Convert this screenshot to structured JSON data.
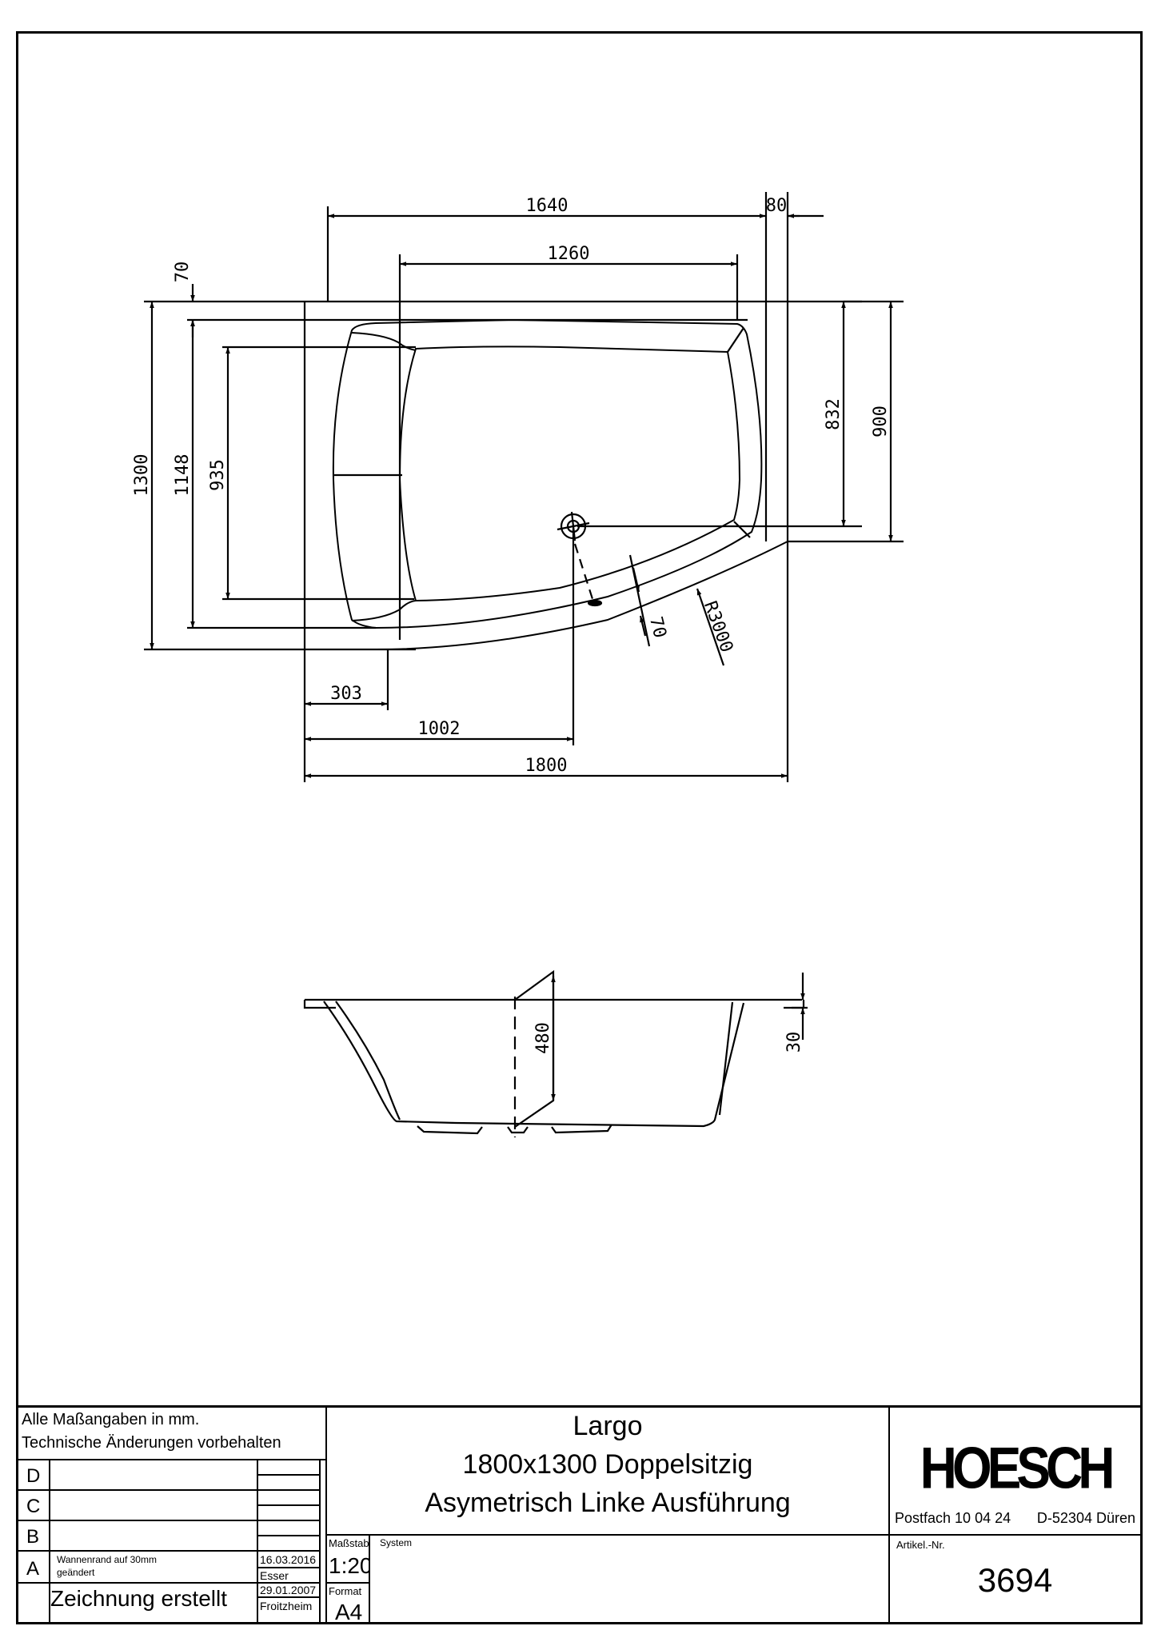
{
  "drawing": {
    "plan_view": {
      "dimensions": {
        "overall_length": "1800",
        "top_length": "1640",
        "top_offset_right": "80",
        "inner_length": "1260",
        "drain_from_left": "1002",
        "front_straight": "303",
        "overall_width": "1300",
        "width_1148": "1148",
        "inner_width": "935",
        "rim_top": "70",
        "right_inner": "832",
        "right_outer": "900",
        "rim_front": "70",
        "radius": "R3000"
      }
    },
    "section_view": {
      "dimensions": {
        "depth": "480",
        "rim_height": "30"
      }
    }
  },
  "title_block": {
    "notes": {
      "line1": "Alle Maßangaben in mm.",
      "line2": "Technische Änderungen vorbehalten"
    },
    "revisions": [
      {
        "letter": "D",
        "description": "",
        "date": "",
        "name": ""
      },
      {
        "letter": "C",
        "description": "",
        "date": "",
        "name": ""
      },
      {
        "letter": "B",
        "description": "",
        "date": "",
        "name": ""
      },
      {
        "letter": "A",
        "description_line1": "Wannenrand auf 30mm",
        "description_line2": "geändert",
        "date": "16.03.2016",
        "name": "Esser"
      }
    ],
    "created": {
      "label": "Zeichnung erstellt",
      "date": "29.01.2007",
      "name": "Froitzheim"
    },
    "product": {
      "name": "Largo",
      "size_line": "1800x1300 Doppelsitzig",
      "variant_line": "Asymetrisch Linke Ausführung"
    },
    "scale": {
      "label": "Maßstab",
      "value": "1:20"
    },
    "format": {
      "label": "Format",
      "value": "A4"
    },
    "system": {
      "label": "System"
    },
    "company": {
      "logo": "HOESCH",
      "address_left": "Postfach 10 04 24",
      "address_right": "D-52304 Düren"
    },
    "article": {
      "label": "Artikel.-Nr.",
      "value": "3694"
    }
  }
}
